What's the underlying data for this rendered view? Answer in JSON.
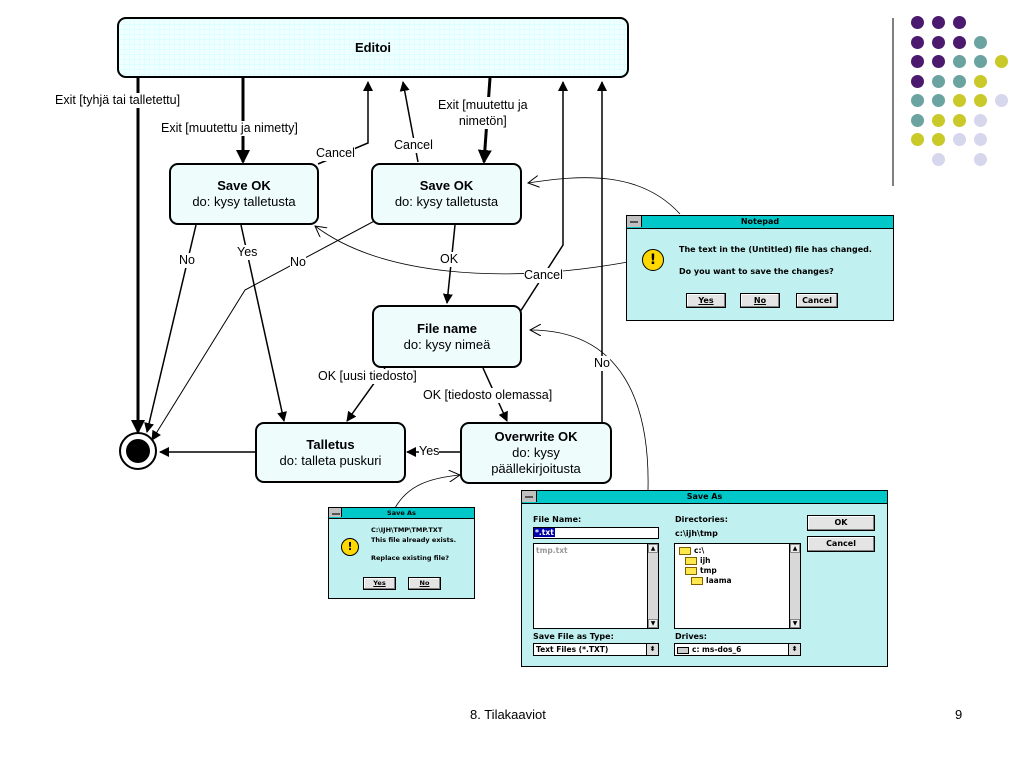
{
  "states": {
    "editoi": {
      "title": "Editoi"
    },
    "save_ok_left": {
      "title": "Save OK",
      "action": "do: kysy talletusta"
    },
    "save_ok_mid": {
      "title": "Save OK",
      "action": "do: kysy talletusta"
    },
    "file_name": {
      "title": "File name",
      "action": "do: kysy nimeä"
    },
    "talletus": {
      "title": "Talletus",
      "action": "do: talleta puskuri"
    },
    "overwrite_ok": {
      "title": "Overwrite OK",
      "action_line1": "do: kysy",
      "action_line2": "päällekirjoitusta"
    }
  },
  "transitions": {
    "exit_empty": "Exit [tyhjä tai talletettu]",
    "exit_named": "Exit [muutettu ja nimetty]",
    "exit_unnamed_1": "Exit [muutettu ja",
    "exit_unnamed_2": "nimetön]",
    "cancel_left": "Cancel",
    "cancel_mid": "Cancel",
    "cancel_file": "Cancel",
    "no_left": "No",
    "yes_left": "Yes",
    "no_mid": "No",
    "ok_mid": "OK",
    "ok_new": "OK [uusi tiedosto]",
    "ok_exists": "OK [tiedosto olemassa]",
    "no_overwrite": "No",
    "yes_overwrite": "Yes"
  },
  "notepad_dialog": {
    "title": "Notepad",
    "line1": "The text in the (Untitled) file has changed.",
    "line2": "Do you want to save the changes?",
    "yes": "Yes",
    "no": "No",
    "cancel": "Cancel"
  },
  "replace_dialog": {
    "title": "Save As",
    "line1": "C:\\IJH\\TMP\\TMP.TXT",
    "line2": "This file already exists.",
    "line3": "Replace existing file?",
    "yes": "Yes",
    "no": "No"
  },
  "saveas_dialog": {
    "title": "Save As",
    "file_name_label": "File Name:",
    "file_name_value": "*.txt",
    "file_list": [
      "tmp.txt"
    ],
    "directories_label": "Directories:",
    "current_dir": "c:\\ijh\\tmp",
    "dir_tree": [
      "c:\\",
      "ijh",
      "tmp",
      "laama"
    ],
    "type_label": "Save File as Type:",
    "type_value": "Text Files (*.TXT)",
    "drives_label": "Drives:",
    "drive_value": "c: ms-dos_6",
    "ok": "OK",
    "cancel": "Cancel"
  },
  "decor_colors": {
    "purple": "#4b1a6e",
    "teal": "#6aa3a0",
    "olive": "#c9c92a",
    "lavender": "#d6d6ec"
  },
  "footer": {
    "title": "8. Tilakaaviot",
    "page": "9"
  }
}
